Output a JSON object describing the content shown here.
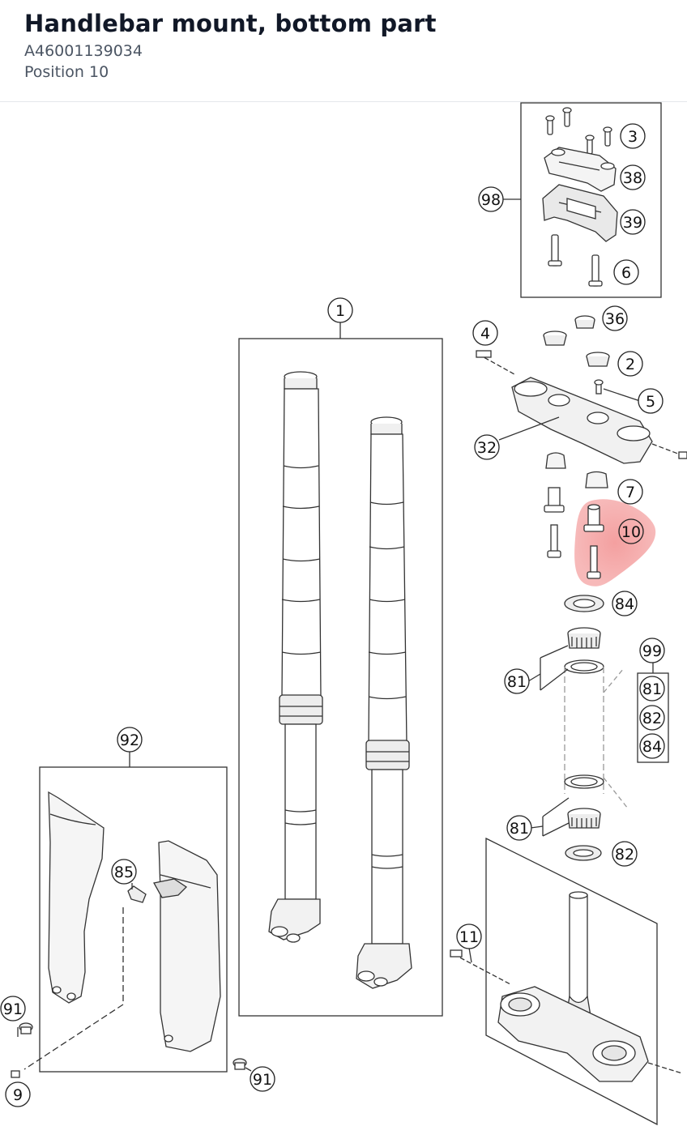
{
  "header": {
    "title": "Handlebar mount, bottom part",
    "part_number": "A46001139034",
    "position_label": "Position 10"
  },
  "diagram": {
    "highlight_color": "#f08080",
    "callouts": [
      "98",
      "3",
      "38",
      "39",
      "6",
      "1",
      "4",
      "36",
      "2",
      "5",
      "32",
      "7",
      "10",
      "84",
      "99",
      "81",
      "81",
      "82",
      "84",
      "81",
      "82",
      "92",
      "85",
      "11",
      "91",
      "91",
      "9"
    ]
  }
}
